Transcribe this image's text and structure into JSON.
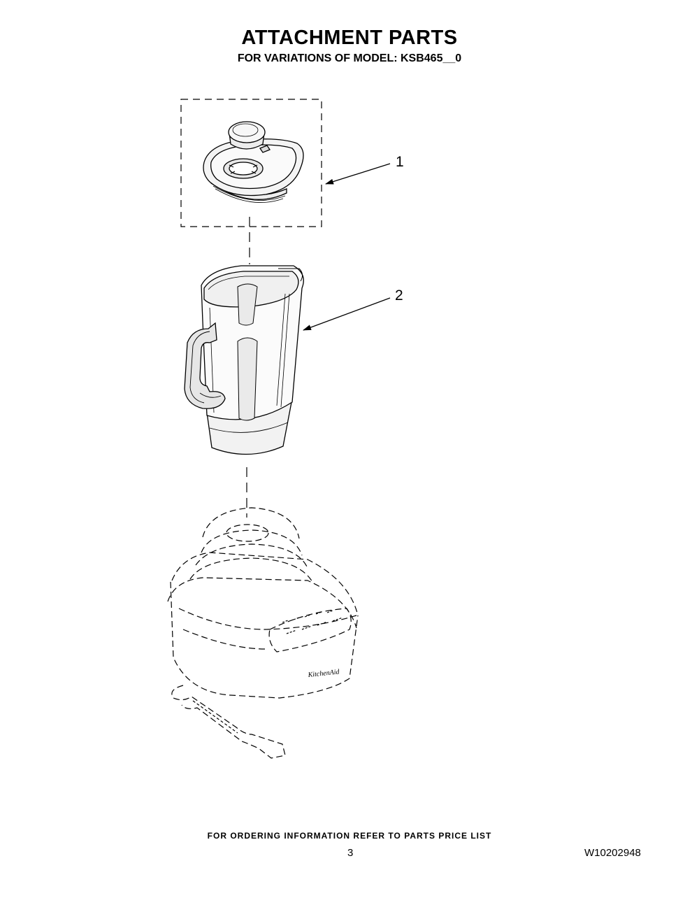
{
  "header": {
    "title": "ATTACHMENT PARTS",
    "subtitle": "FOR VARIATIONS OF MODEL: KSB465__0"
  },
  "callouts": [
    "1",
    "2"
  ],
  "parts": [
    {
      "ref": "1",
      "depicts": "lid-assembly-icon"
    },
    {
      "ref": "2",
      "depicts": "blender-jar-icon"
    }
  ],
  "reference_base": {
    "depicts": "blender-base-phantom-icon",
    "brand_mark": "KitchenAid"
  },
  "footer": {
    "note": "FOR ORDERING INFORMATION REFER TO PARTS PRICE LIST",
    "page_number": "3",
    "document_number": "W10202948"
  }
}
